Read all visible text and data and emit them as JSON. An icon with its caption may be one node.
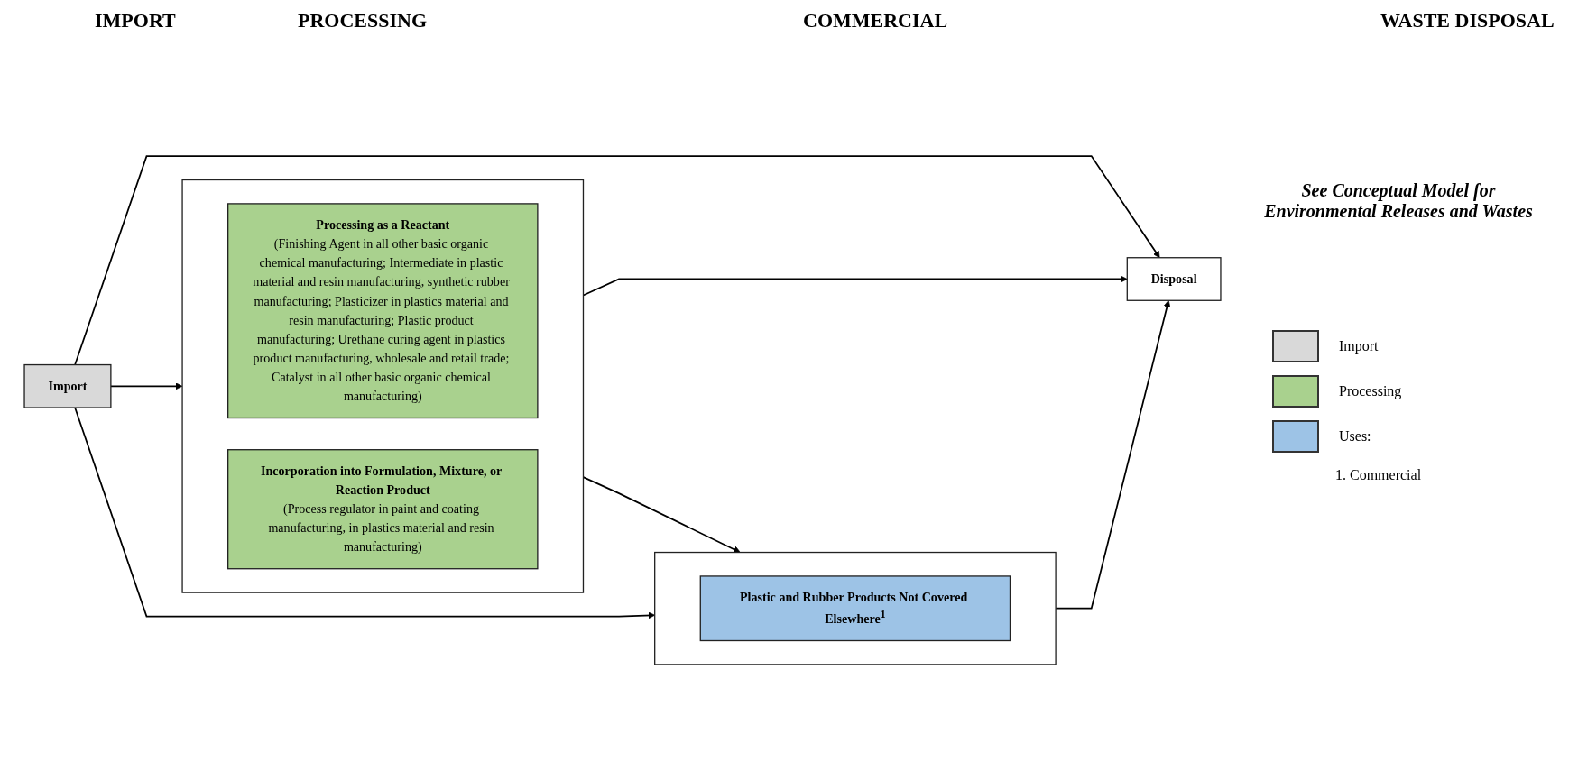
{
  "diagram": {
    "nodes": [
      {
        "text": [
          "Import"
        ]
      },
      {
        "text": [],
        "shape": "box"
      },
      {
        "text": [
          "Processing as a Reactant",
          "(Finishing Agent in all other basic organic chemical manufacturing; Intermediate in plastic material and resin manufacturing, synthetic rubber manufacturing; Plasticizer in plastics material and resin manufacturing; Plastic product manufacturing; Urethane curing agent in plastics product manufacturing, wholesale and retail trade; Catalyst in all other basic organic chemical manufacturing)"
        ],
        "in": 1
      },
      {
        "text": [
          "Incorporation into Formulation, Mixture, or Reaction Product",
          "(Process regulator in paint and coating manufacturing, in plastics material and resin manufacturing)"
        ],
        "in": 1
      },
      {
        "text": [],
        "shape": "box"
      },
      {
        "text": [
          "Plastic and Rubber Products Not Covered Elsewhere$^{1}$"
        ],
        "in": 4
      },
      {
        "text": [
          "Disposal"
        ]
      }
    ],
    "edges": [
      {
        "from": 0,
        "to": 1,
        "arrow": "to"
      },
      {
        "from": 1,
        "to": 4,
        "arrow": "to"
      },
      {
        "from": 0,
        "to": 4,
        "arrow": "to"
      },
      {
        "from": 0,
        "to": 6,
        "arrow": "to"
      },
      {
        "from": 1,
        "to": 6,
        "arrow": "to"
      },
      {
        "from": 4,
        "to": 6,
        "arrow": "to"
      }
    ],
    "labels": [
      "IMPORT",
      "PROCESSING",
      "COMMERCIAL",
      "WASTE DISPOSAL",
      "See Conceptual Model for Environmental Releases and Wastes",
      "1. Commercial"
    ],
    "legend": [
      {
        "text": "Import",
        "color": "#d9d9d9"
      },
      {
        "text": "Processing",
        "color": "#a9d18e"
      },
      {
        "text": "Uses:",
        "color": "#9dc3e6"
      }
    ]
  }
}
